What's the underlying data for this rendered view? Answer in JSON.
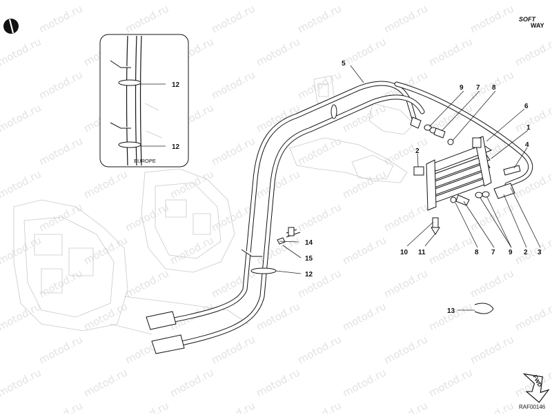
{
  "diagram": {
    "inset_label": "EUROPE",
    "drawing_code": "RAF00146",
    "brand": {
      "line1": "SOFT",
      "line2": "WAY"
    },
    "fwd_label": "FWD",
    "watermark_text": "motod.ru",
    "callouts": {
      "c1": "1",
      "c2a": "2",
      "c2b": "2",
      "c3": "3",
      "c4": "4",
      "c5": "5",
      "c6": "6",
      "c7a": "7",
      "c7b": "7",
      "c8a": "8",
      "c8b": "8",
      "c9a": "9",
      "c9b": "9",
      "c10": "10",
      "c11": "11",
      "c12a": "12",
      "c12b": "12",
      "c12c": "12",
      "c13": "13",
      "c14": "14",
      "c15": "15"
    }
  }
}
